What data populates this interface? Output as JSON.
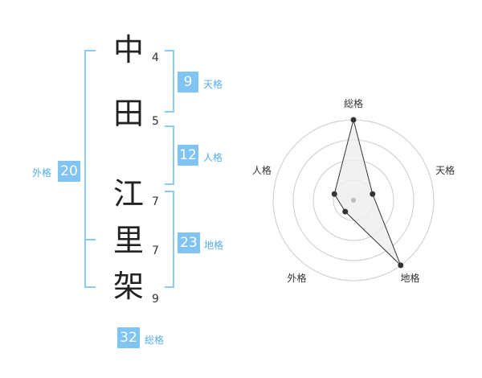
{
  "name": {
    "characters": [
      {
        "char": "中",
        "strokes": "4"
      },
      {
        "char": "田",
        "strokes": "5"
      },
      {
        "char": "江",
        "strokes": "7"
      },
      {
        "char": "里",
        "strokes": "7"
      },
      {
        "char": "架",
        "strokes": "9"
      }
    ]
  },
  "fortune": {
    "tenkaku": {
      "value": "9",
      "label": "天格"
    },
    "jinkaku": {
      "value": "12",
      "label": "人格"
    },
    "chikaku": {
      "value": "23",
      "label": "地格"
    },
    "gaikaku": {
      "value": "20",
      "label": "外格"
    },
    "soukaku": {
      "value": "32",
      "label": "総格"
    }
  },
  "chart_data": {
    "type": "radar",
    "categories": [
      "総格",
      "天格",
      "地格",
      "外格",
      "人格"
    ],
    "values": [
      4,
      1,
      4,
      0.7,
      1
    ],
    "rmax": 4,
    "rings": 4,
    "colors": {
      "grid": "#cccccc",
      "line": "#333333",
      "fill": "#eeeeee",
      "center": "#bbbbbb"
    }
  }
}
